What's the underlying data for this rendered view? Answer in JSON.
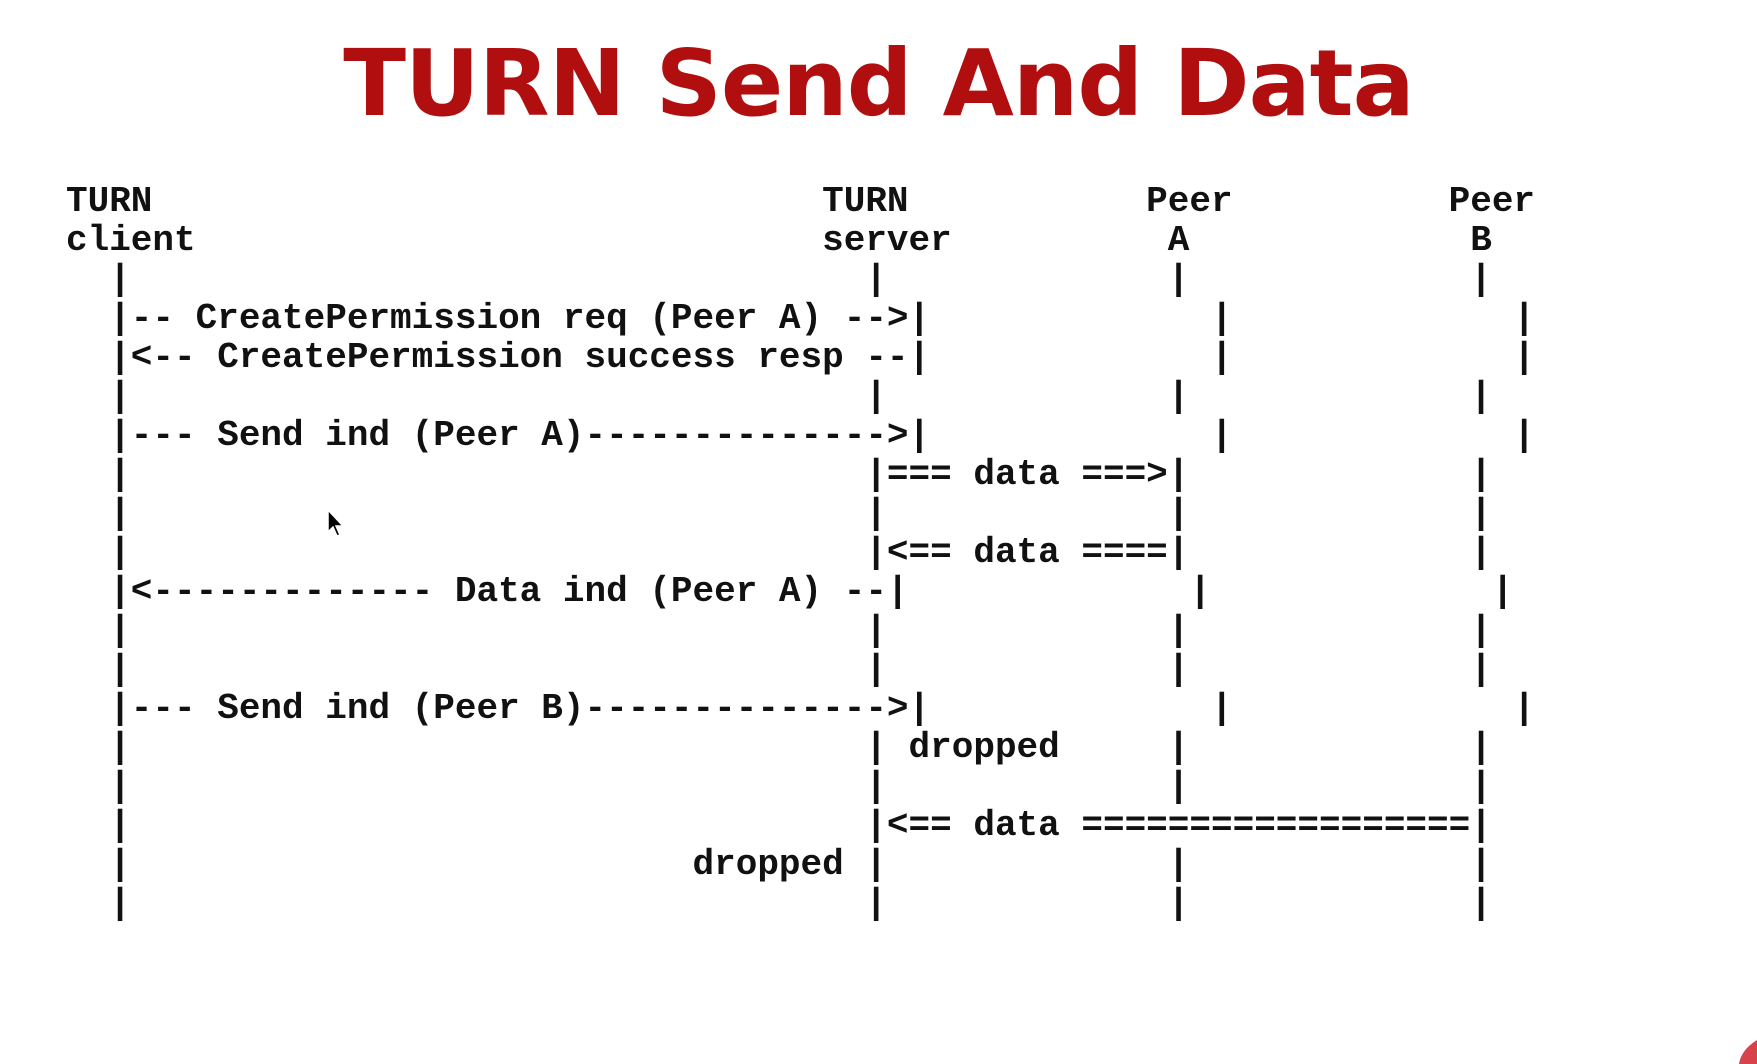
{
  "title": "TURN Send And Data",
  "colors": {
    "title": "#b10f0f",
    "lifeline": "#1f1f6e",
    "text": "#111111"
  },
  "diagram_lines": [
    "TURN                               TURN           Peer          Peer",
    "client                             server          A             B",
    "  |                                  |             |             |",
    "  |-- CreatePermission req (Peer A) -->|             |             |",
    "  |<-- CreatePermission success resp --|             |             |",
    "  |                                  |             |             |",
    "  |--- Send ind (Peer A)-------------->|             |             |",
    "  |                                  |=== data ===>|             |",
    "  |                                  |             |             |",
    "  |                                  |<== data ====|             |",
    "  |<------------- Data ind (Peer A) --|             |             |",
    "  |                                  |             |             |",
    "  |                                  |             |             |",
    "  |--- Send ind (Peer B)-------------->|             |             |",
    "  |                                  | dropped     |             |",
    "  |                                  |             |             |",
    "  |                                  |<== data ==================|",
    "  |                          dropped |             |             |",
    "  |                                  |             |             |"
  ]
}
